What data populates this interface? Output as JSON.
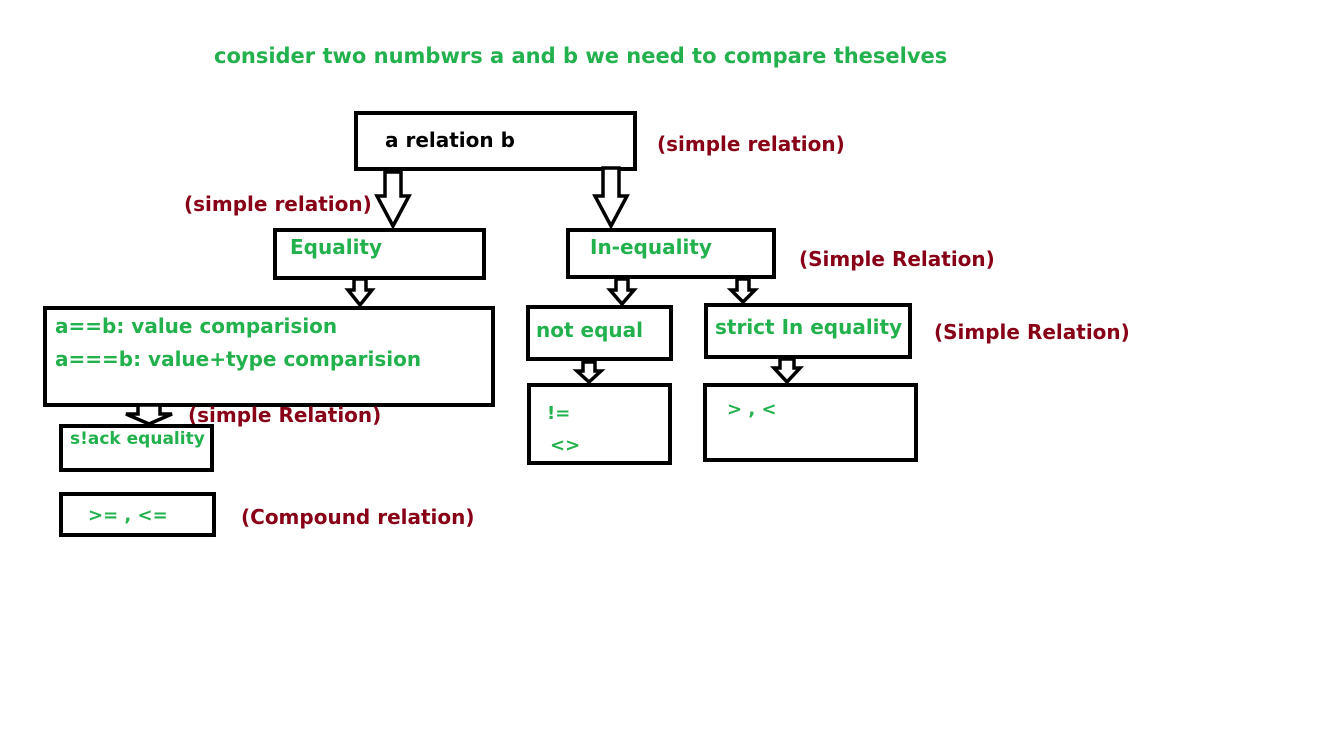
{
  "heading": "consider two numbwrs a and b we need to compare theselves",
  "nodes": {
    "root": "a relation b",
    "equality": "Equality",
    "inequality": "In-equality",
    "eq_line1": "a==b: value comparision",
    "eq_line2": "a===b: value+type comparision",
    "strict_equality": "s!ack equality",
    "not_equal": "not equal",
    "strict_inequality": "strict In equality",
    "ne_ops_1": "!=",
    "ne_ops_2": "<>",
    "gt_lt_ops": "> , <",
    "compound_ops": ">= , <="
  },
  "annotations": {
    "root_right": "(simple relation)",
    "left_branch": "(simple relation)",
    "inequality_right": "(Simple Relation)",
    "strict_ineq_right": "(Simple Relation)",
    "strict_eq_top": "(simple Relation)",
    "compound": "(Compound relation)"
  },
  "colors": {
    "green_text": "#22b14c",
    "dark_red_text": "#880015",
    "black": "#000000"
  }
}
